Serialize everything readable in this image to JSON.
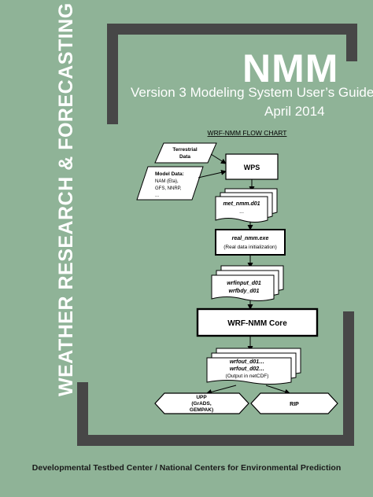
{
  "cover": {
    "vertical_title": "WEATHER RESEARCH & FORECASTING",
    "model_name": "NMM",
    "subtitle": "Version 3 Modeling System User’s Guide",
    "date": "April 2014",
    "footer": "Developmental Testbed Center / National Centers for Environmental Prediction"
  },
  "flowchart": {
    "title": "WRF-NMM FLOW CHART",
    "terrestrial": [
      "Terrestrial",
      "Data"
    ],
    "model_data": [
      "Model Data:",
      "NAM (Eta),",
      "GFS, NNRP,",
      "..."
    ],
    "wps": "WPS",
    "met": [
      "met_nmm.d01",
      "..."
    ],
    "real": [
      "real_nmm.exe",
      "(Real data initialization)"
    ],
    "wrfinput": [
      "wrfinput_d01",
      "wrfbdy_d01"
    ],
    "core": "WRF-NMM Core",
    "wrfout": [
      "wrfout_d01…",
      "wrfout_d02…",
      "(Output in netCDF)"
    ],
    "upp": [
      "UPP",
      "(GrADS,",
      "GEMPAK)"
    ],
    "rip": "RIP"
  },
  "colors": {
    "background": "#8fb397",
    "bracket": "#474747",
    "title_text": "#ffffff"
  }
}
